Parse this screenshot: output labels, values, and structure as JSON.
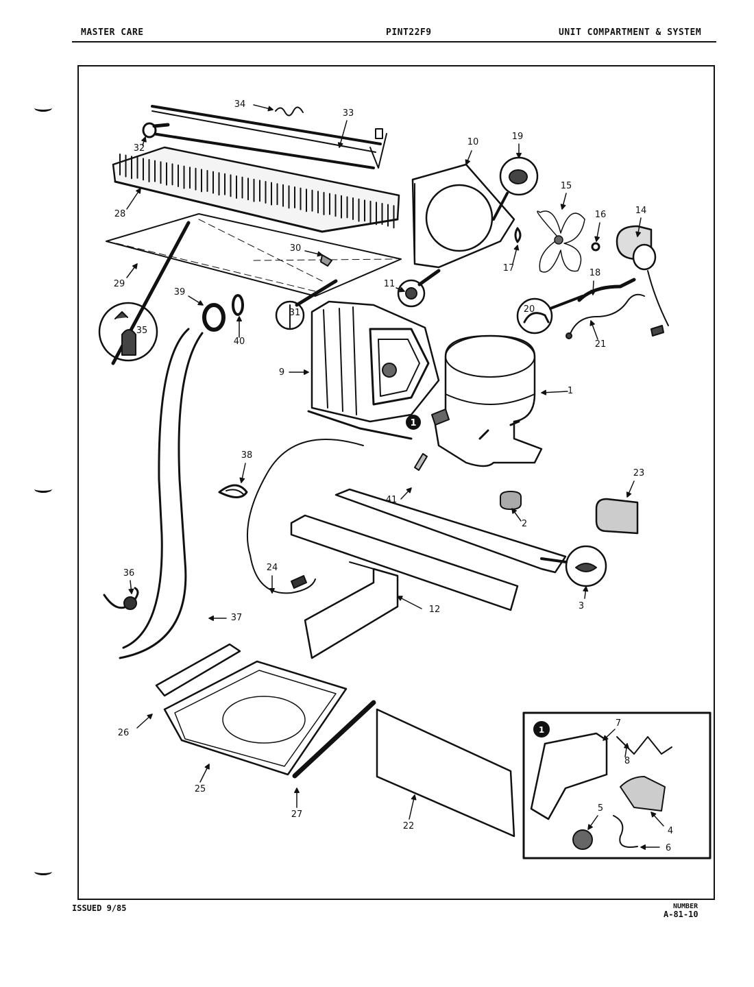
{
  "header": {
    "left": "MASTER CARE",
    "center": "PINT22F9",
    "right": "UNIT COMPARTMENT & SYSTEM"
  },
  "footer": {
    "issued": "ISSUED 9/85",
    "number_label": "NUMBER",
    "number_value": "A-81-10"
  },
  "inset": {
    "marker": "1"
  },
  "part_labels": [
    "1",
    "2",
    "3",
    "4",
    "5",
    "6",
    "7",
    "8",
    "9",
    "10",
    "11",
    "12",
    "14",
    "15",
    "16",
    "17",
    "18",
    "19",
    "20",
    "21",
    "22",
    "23",
    "24",
    "25",
    "26",
    "27",
    "28",
    "29",
    "30",
    "31",
    "32",
    "33",
    "34",
    "35",
    "36",
    "37",
    "38",
    "39",
    "40",
    "41"
  ]
}
